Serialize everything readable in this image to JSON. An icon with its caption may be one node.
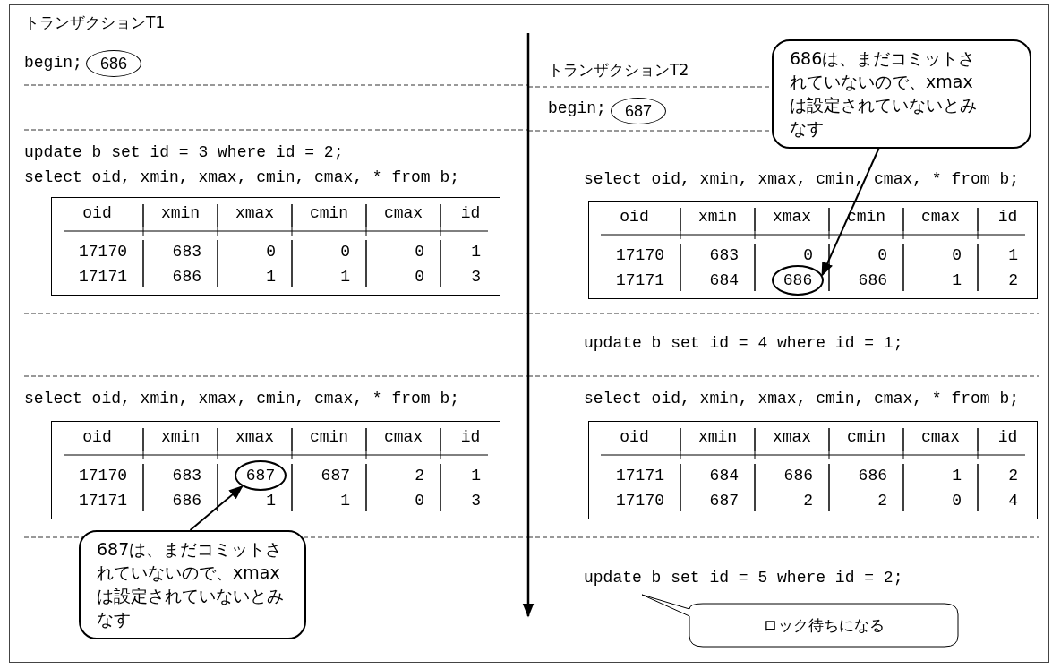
{
  "diagram": {
    "nodes": [
      {
        "text": [
          "686"
        ]
      },
      {
        "text": [
          "687"
        ]
      },
      {
        "text": [
          "686は、まだコミットされていないので、xmax は設定されていないとみなす"
        ]
      },
      {
        "text": [
          "686"
        ]
      },
      {
        "text": [
          "687"
        ]
      },
      {
        "text": [
          "687は、まだコミットされていないので、xmax は設定されていないとみなす"
        ]
      },
      {
        "text": [
          "ロック待ちになる"
        ]
      }
    ],
    "edges": [
      {
        "from": 2,
        "to": 3,
        "arrow": "to"
      },
      {
        "from": 5,
        "to": 4,
        "arrow": "to"
      }
    ],
    "labels": [
      "トランザクションT1",
      "begin;",
      "update b set id = 3 where id = 2;",
      "select oid, xmin, xmax, cmin, cmax, * from b;",
      "oid",
      "xmin",
      "xmax",
      "cmin",
      "cmax",
      "id",
      "17170",
      "683",
      "0",
      "0",
      "0",
      "1",
      "17171",
      "686",
      "1",
      "1",
      "0",
      "3",
      "select oid, xmin, xmax, cmin, cmax, * from b;",
      "oid",
      "xmin",
      "xmax",
      "cmin",
      "cmax",
      "id",
      "17170",
      "683",
      "687",
      "2",
      "1",
      "17171",
      "686",
      "1",
      "1",
      "0",
      "3",
      "トランザクションT2",
      "begin;",
      "select oid, xmin, xmax, cmin, cmax, * from b;",
      "oid",
      "xmin",
      "xmax",
      "cmin",
      "cmax",
      "id",
      "17170",
      "683",
      "0",
      "0",
      "0",
      "1",
      "17171",
      "684",
      "686",
      "1",
      "2",
      "update b set id = 4 where id = 1;",
      "select oid, xmin, xmax, cmin, cmax, * from b;",
      "oid",
      "xmin",
      "xmax",
      "cmin",
      "cmax",
      "id",
      "17171",
      "684",
      "686",
      "686",
      "1",
      "2",
      "17170",
      "687",
      "2",
      "2",
      "0",
      "4",
      "update b set id = 5 where id = 2;"
    ]
  }
}
